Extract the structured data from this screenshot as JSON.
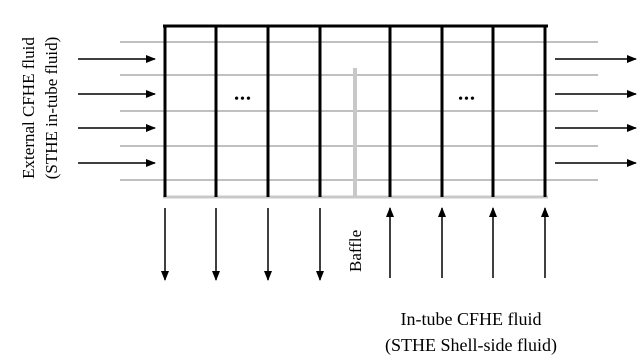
{
  "labels": {
    "external_fluid_line1": "External CFHE fluid",
    "external_fluid_line2": "(STHE in-tube fluid)",
    "baffle": "Baffle",
    "intube_fluid_line1": "In-tube CFHE fluid",
    "intube_fluid_line2": "(STHE Shell-side fluid)",
    "ellipsis_left": "•••",
    "ellipsis_right": "•••"
  },
  "colors": {
    "line": "#000000",
    "baffle": "#c8c8c8",
    "thin_line": "#999999"
  }
}
